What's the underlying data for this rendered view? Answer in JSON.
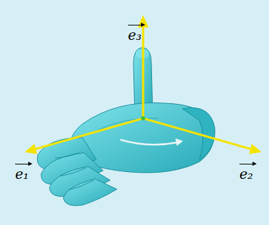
{
  "diagram": {
    "labels": [
      "e₃",
      "e₁",
      "e₂"
    ]
  }
}
